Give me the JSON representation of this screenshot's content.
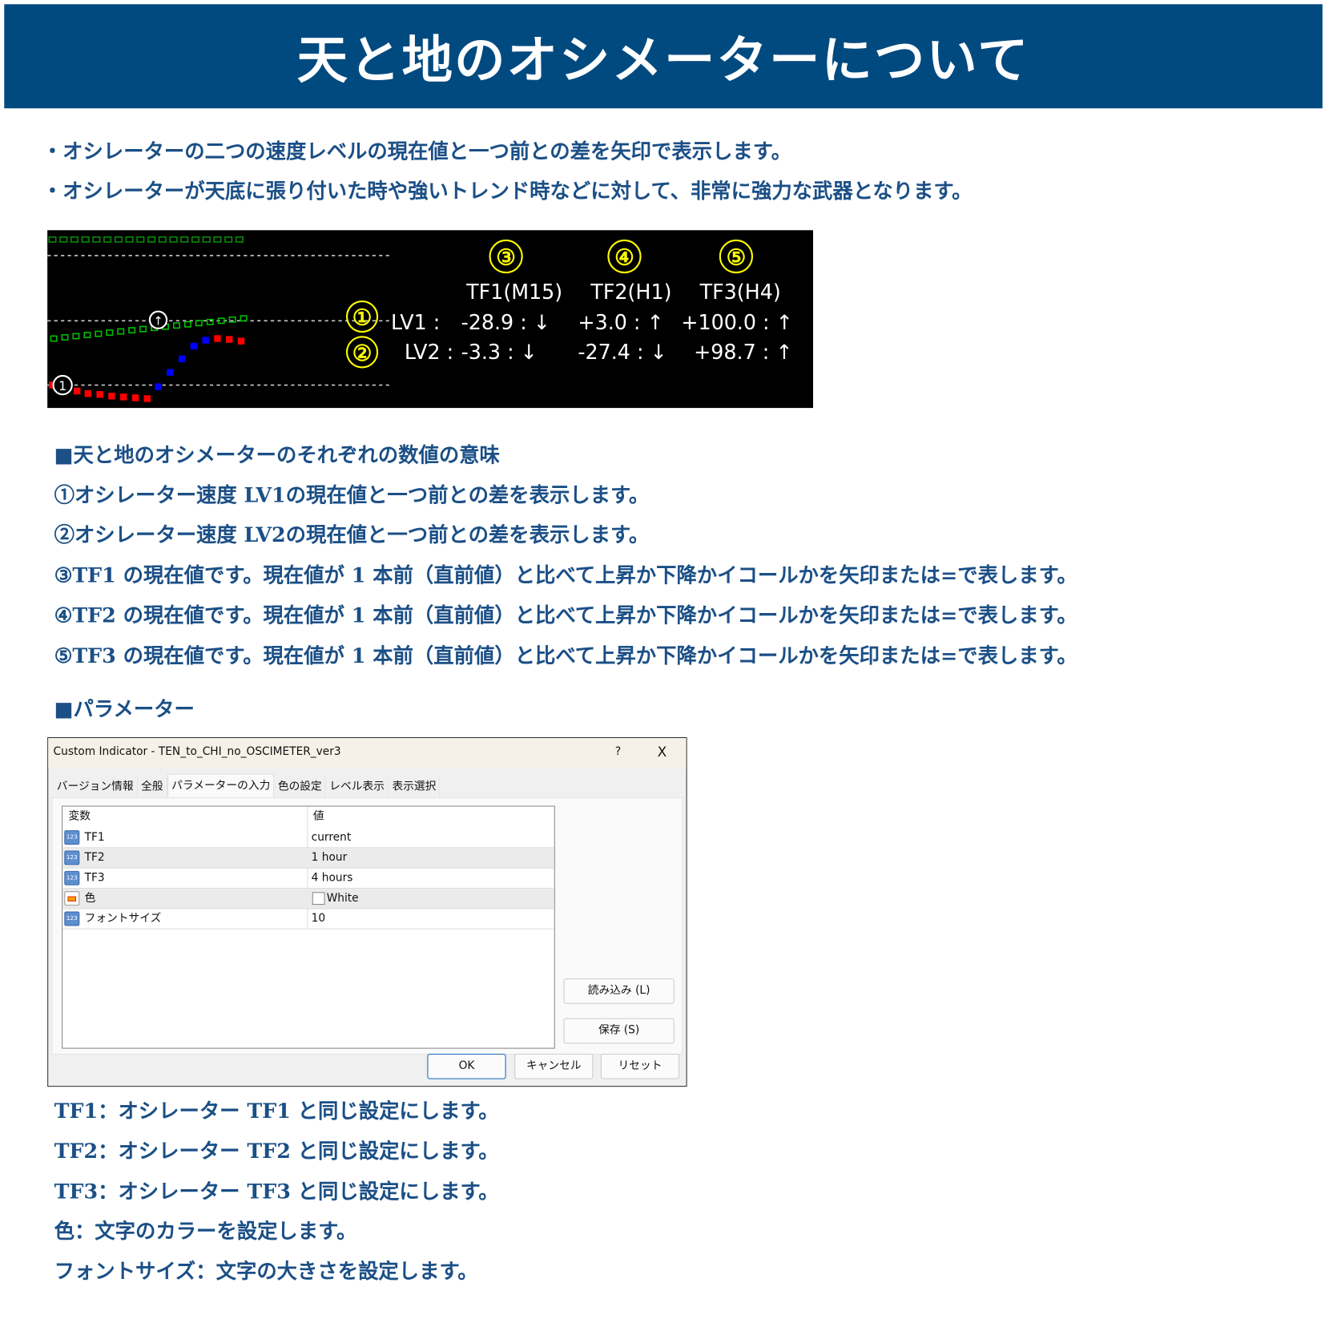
{
  "header": {
    "title": "天と地のオシメーターについて"
  },
  "intro": [
    "・オシレーターの二つの速度レベルの現在値と一つ前との差を矢印で表示します。",
    "・オシレーターが天底に張り付いた時や強いトレンド時などに対して、非常に強力な武器となります。"
  ],
  "indicator": {
    "markers": {
      "m1": "①",
      "m2": "②",
      "m3": "③",
      "m4": "④",
      "m5": "⑤",
      "chart_marker": "1"
    },
    "columns": [
      "TF1(M15)",
      "TF2(H1)",
      "TF3(H4)"
    ],
    "rows": [
      {
        "label": "LV1 :",
        "cells": [
          "-28.9 : ↓",
          "+3.0 : ↑",
          "+100.0 : ↑"
        ]
      },
      {
        "label": "LV2 :",
        "cells": [
          "-3.3 : ↓",
          "-27.4 : ↓",
          "+98.7 : ↑"
        ]
      }
    ],
    "colors": {
      "up": "#00c000",
      "down": "#ff0000",
      "rising": "#0000ff",
      "marker": "#ffff00"
    }
  },
  "meaning": {
    "heading": "■天と地のオシメーターのそれぞれの数値の意味",
    "lines": [
      "①オシレーター速度 LV1の現在値と一つ前との差を表示します。",
      "②オシレーター速度 LV2の現在値と一つ前との差を表示します。",
      "③TF1 の現在値です。現在値が 1 本前（直前値）と比べて上昇か下降かイコールかを矢印または=で表します。",
      "④TF2 の現在値です。現在値が 1 本前（直前値）と比べて上昇か下降かイコールかを矢印または=で表します。",
      "⑤TF3 の現在値です。現在値が 1 本前（直前値）と比べて上昇か下降かイコールかを矢印または=で表します。"
    ]
  },
  "params_heading": "■パラメーター",
  "dialog": {
    "title": "Custom Indicator - TEN_to_CHI_no_OSCIMETER_ver3",
    "help": "?",
    "close": "X",
    "tabs": [
      "バージョン情報",
      "全般",
      "パラメーターの入力",
      "色の設定",
      "レベル表示",
      "表示選択"
    ],
    "col_variable": "変数",
    "col_value": "値",
    "rows": [
      {
        "name": "TF1",
        "value": "current",
        "icon": "123"
      },
      {
        "name": "TF2",
        "value": "1 hour",
        "icon": "123"
      },
      {
        "name": "TF3",
        "value": "4 hours",
        "icon": "123"
      },
      {
        "name": "色",
        "value": "White",
        "icon": "color"
      },
      {
        "name": "フォントサイズ",
        "value": "10",
        "icon": "123"
      }
    ],
    "load": "読み込み (L)",
    "save": "保存 (S)",
    "ok": "OK",
    "cancel": "キャンセル",
    "reset": "リセット"
  },
  "descriptions": [
    "TF1：オシレーター TF1 と同じ設定にします。",
    "TF2：オシレーター TF2 と同じ設定にします。",
    "TF3：オシレーター TF3 と同じ設定にします。",
    "色：文字のカラーを設定します。",
    "フォントサイズ：文字の大きさを設定します。"
  ]
}
